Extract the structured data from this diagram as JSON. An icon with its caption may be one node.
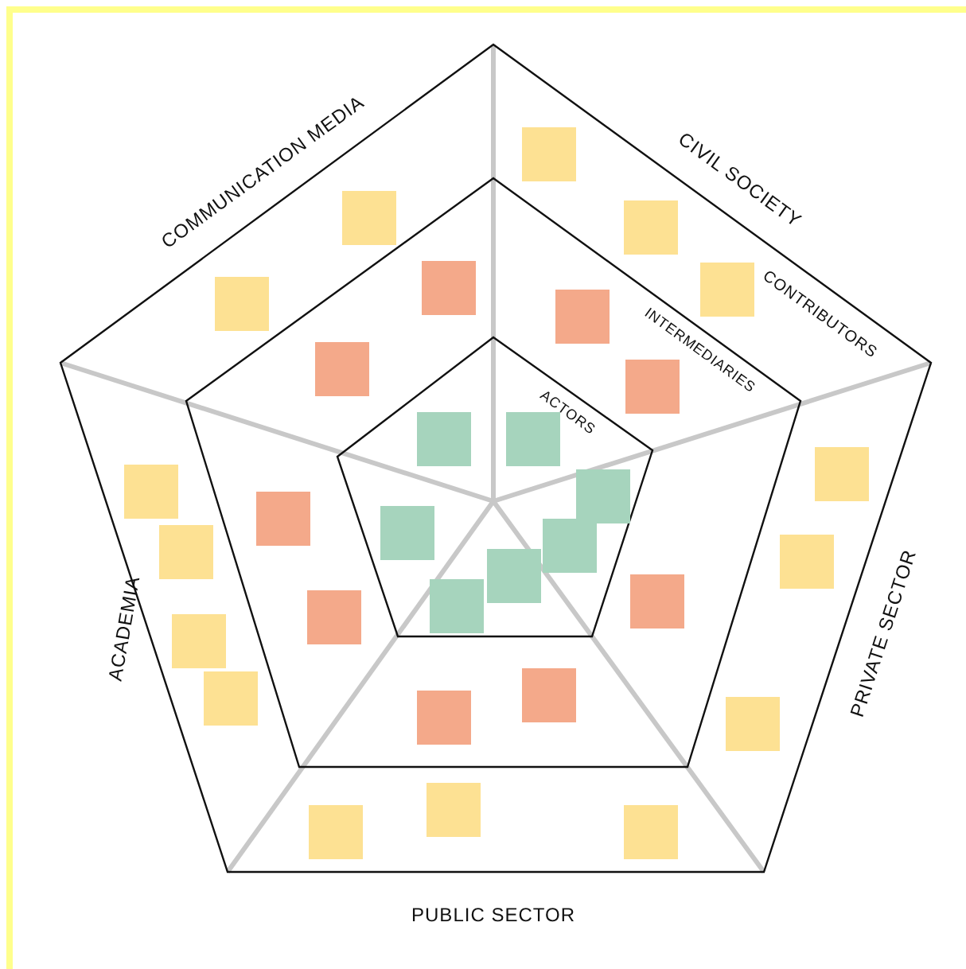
{
  "diagram": {
    "nodes": [
      {
        "text": [
          "CONTRIBUTORS"
        ]
      },
      {
        "text": [
          "INTERMEDIARIES"
        ],
        "in": 0
      },
      {
        "text": [
          "ACTORS"
        ],
        "in": 1
      },
      {
        "text": [],
        "shape": "box",
        "in": 0
      },
      {
        "text": [],
        "shape": "box",
        "in": 0
      },
      {
        "text": [],
        "shape": "box",
        "in": 0
      },
      {
        "text": [],
        "shape": "box",
        "in": 0
      },
      {
        "text": [],
        "shape": "box",
        "in": 0
      },
      {
        "text": [],
        "shape": "box",
        "in": 0
      },
      {
        "text": [],
        "shape": "box",
        "in": 0
      },
      {
        "text": [],
        "shape": "box",
        "in": 0
      },
      {
        "text": [],
        "shape": "box",
        "in": 0
      },
      {
        "text": [],
        "shape": "box",
        "in": 0
      },
      {
        "text": [],
        "shape": "box",
        "in": 0
      },
      {
        "text": [],
        "shape": "box",
        "in": 0
      },
      {
        "text": [],
        "shape": "box",
        "in": 0
      },
      {
        "text": [],
        "shape": "box",
        "in": 0
      },
      {
        "text": [],
        "shape": "box",
        "in": 0
      },
      {
        "text": [],
        "shape": "box",
        "in": 1
      },
      {
        "text": [],
        "shape": "box",
        "in": 1
      },
      {
        "text": [],
        "shape": "box",
        "in": 1
      },
      {
        "text": [],
        "shape": "box",
        "in": 1
      },
      {
        "text": [],
        "shape": "box",
        "in": 1
      },
      {
        "text": [],
        "shape": "box",
        "in": 1
      },
      {
        "text": [],
        "shape": "box",
        "in": 1
      },
      {
        "text": [],
        "shape": "box",
        "in": 1
      },
      {
        "text": [],
        "shape": "box",
        "in": 1
      },
      {
        "text": [],
        "shape": "box",
        "in": 2
      },
      {
        "text": [],
        "shape": "box",
        "in": 2
      },
      {
        "text": [],
        "shape": "box",
        "in": 2
      },
      {
        "text": [],
        "shape": "box",
        "in": 2
      },
      {
        "text": [],
        "shape": "box",
        "in": 2
      },
      {
        "text": [],
        "shape": "box",
        "in": 2
      },
      {
        "text": [],
        "shape": "box",
        "in": 2
      }
    ],
    "labels": [
      "COMMUNICATION MEDIA",
      "CIVIL SOCIETY",
      "ACADEMIA",
      "PRIVATE SECTOR",
      "PUBLIC SECTOR"
    ]
  }
}
